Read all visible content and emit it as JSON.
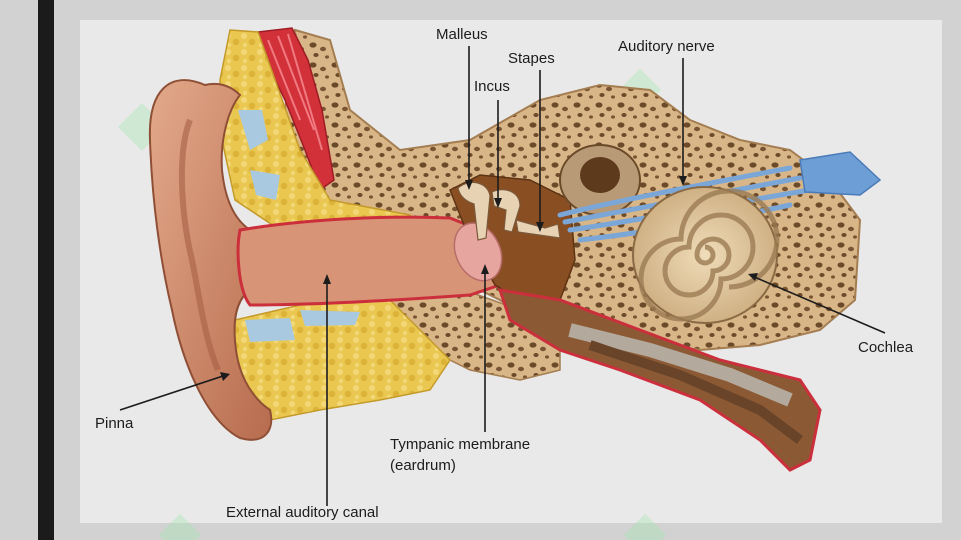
{
  "labels": {
    "malleus": "Malleus",
    "stapes": "Stapes",
    "incus": "Incus",
    "auditory_nerve": "Auditory nerve",
    "cochlea": "Cochlea",
    "pinna": "Pinna",
    "tympanic_line1": "Tympanic membrane",
    "tympanic_line2": "(eardrum)",
    "external_canal": "External auditory canal"
  },
  "colors": {
    "background": "#d2d2d2",
    "panel": "#e9e9e9",
    "bone": "#d8b688",
    "bone_holes": "#6b4a2a",
    "skin": "#c98262",
    "canal": "#d89476",
    "fat": "#e6c24a",
    "muscle": "#d2313a",
    "nerve": "#7aa6d8",
    "cochlea": "#d9bf93",
    "eardrum": "#e7a5a0"
  }
}
